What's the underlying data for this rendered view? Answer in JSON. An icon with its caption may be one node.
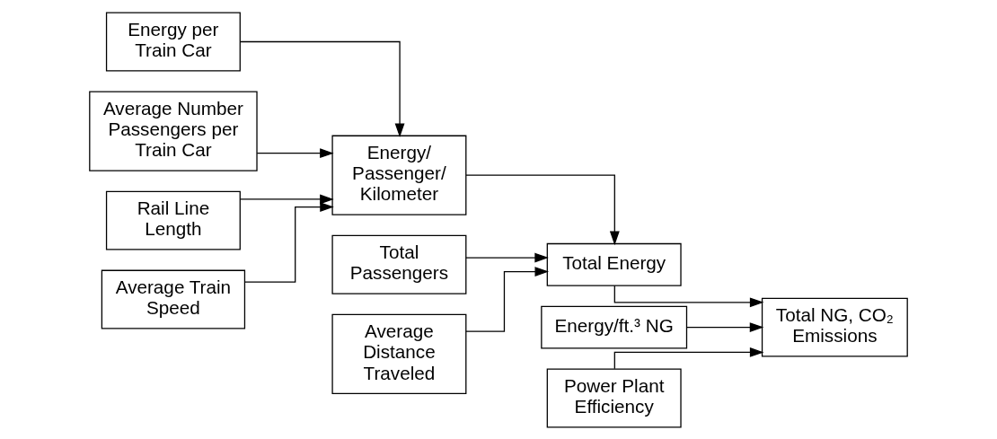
{
  "diagram": {
    "nodes": [
      {
        "text": [
          "Energy per Train Car"
        ]
      },
      {
        "text": [
          "Average Number Passengers per Train Car"
        ]
      },
      {
        "text": [
          "Rail Line Length"
        ]
      },
      {
        "text": [
          "Average Train Speed"
        ]
      },
      {
        "text": [
          "Energy/ Passenger/ Kilometer"
        ]
      },
      {
        "text": [
          "Total Passengers"
        ]
      },
      {
        "text": [
          "Average Distance Traveled"
        ]
      },
      {
        "text": [
          "Total Energy"
        ]
      },
      {
        "text": [
          "Energy/ft.³ NG"
        ]
      },
      {
        "text": [
          "Power Plant Efficiency"
        ]
      },
      {
        "text": [
          "Total NG, CO₂ Emissions"
        ]
      }
    ],
    "edges": [
      {
        "from": 0,
        "to": 4,
        "arrow": "to"
      },
      {
        "from": 1,
        "to": 4,
        "arrow": "to"
      },
      {
        "from": 2,
        "to": 4,
        "arrow": "to"
      },
      {
        "from": 3,
        "to": 4,
        "arrow": "to"
      },
      {
        "from": 4,
        "to": 7,
        "arrow": "to"
      },
      {
        "from": 5,
        "to": 7,
        "arrow": "to"
      },
      {
        "from": 6,
        "to": 7,
        "arrow": "to"
      },
      {
        "from": 7,
        "to": 10,
        "arrow": "to"
      },
      {
        "from": 8,
        "to": 10,
        "arrow": "to"
      },
      {
        "from": 9,
        "to": 10,
        "arrow": "to"
      }
    ]
  }
}
